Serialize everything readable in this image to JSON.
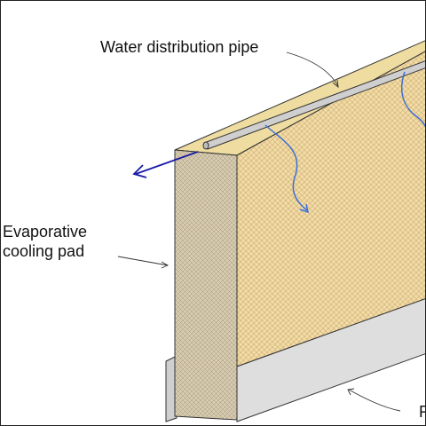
{
  "labels": {
    "pipe": "Water distribution pipe",
    "pad_line1": "Evaporative",
    "pad_line2": "cooling pad",
    "reservoir": "R"
  },
  "colors": {
    "pad_face": "#f3dba6",
    "pad_mesh": "#c9ae72",
    "pad_side": "#d6cbb1",
    "pad_top": "#eedca0",
    "pipe": "#cfcfcf",
    "trough": "#dedede",
    "water_flow": "#3d6fd4",
    "airflow_arrow": "#1a1aa8",
    "outline": "#333333"
  }
}
